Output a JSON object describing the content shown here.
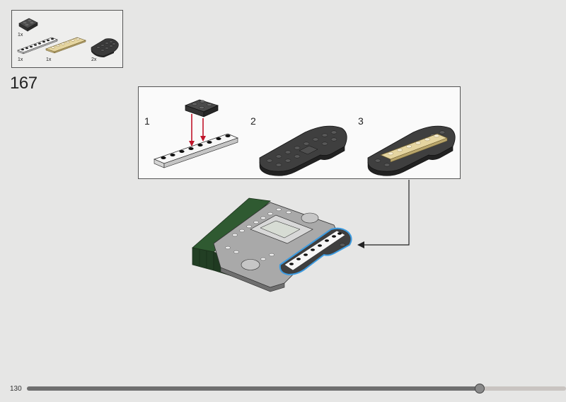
{
  "parts_list": {
    "items": [
      {
        "qty": "1x",
        "name": "dark-gray-plate-2x2-with-pin"
      },
      {
        "qty": "1x",
        "name": "white-plate-1x8"
      },
      {
        "qty": "1x",
        "name": "tan-tile-1x6"
      },
      {
        "qty": "2x",
        "name": "dark-gray-wedge-plate"
      }
    ]
  },
  "step": {
    "number": "167"
  },
  "substeps": [
    {
      "number": "1"
    },
    {
      "number": "2"
    },
    {
      "number": "3"
    }
  ],
  "footer": {
    "page_number": "130",
    "progress": 0.84
  },
  "colors": {
    "highlight": "#3d9be0",
    "arrow": "#c0152a",
    "dark_green": "#2f4f2f",
    "light_gray": "#b8b8b8",
    "dark_gray": "#3c3c3c",
    "tan": "#d9c690"
  }
}
